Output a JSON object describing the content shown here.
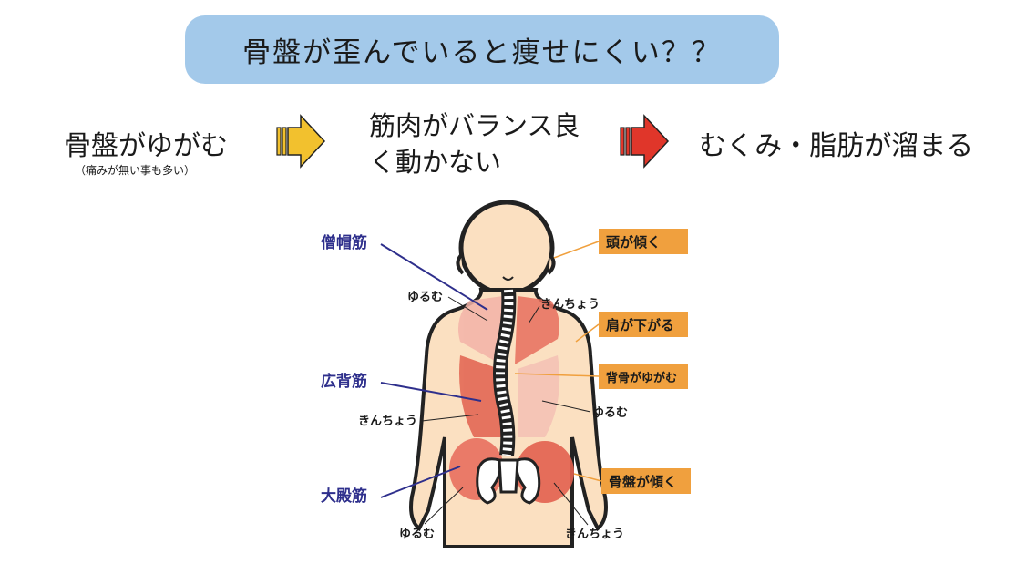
{
  "title": "骨盤が歪んでいると痩せにくい？？",
  "flow": {
    "step1": "骨盤がゆがむ",
    "step1_note": "（痛みが無い事も多い）",
    "step2_line1": "筋肉がバランス良",
    "step2_line2": "く動かない",
    "step3": "むくみ・脂肪が溜まる",
    "arrow1_color": "#f2c12e",
    "arrow2_color": "#e0362a"
  },
  "muscles": {
    "trapezius": "僧帽筋",
    "latissimus": "広背筋",
    "gluteus": "大殿筋"
  },
  "states": {
    "loose_upper_left": "ゆるむ",
    "tense_upper_right": "きんちょう",
    "tense_mid_left": "きんちょう",
    "loose_mid_right": "ゆるむ",
    "loose_lower_left": "ゆるむ",
    "tense_lower_right": "きんちょう"
  },
  "tags": {
    "head": "頭が傾く",
    "shoulder": "肩が下がる",
    "spine": "背骨がゆがむ",
    "pelvis": "骨盤が傾く",
    "tag_color": "#f0a03e"
  }
}
